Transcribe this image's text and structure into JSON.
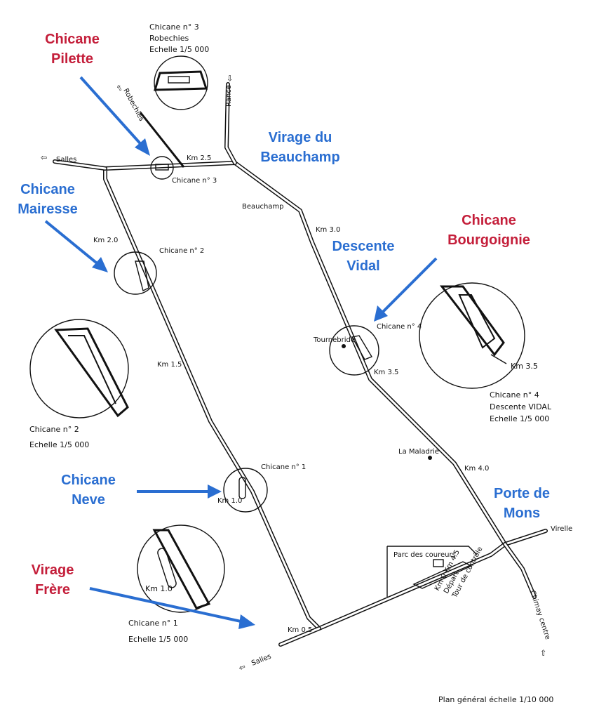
{
  "colors": {
    "red_label": "#c41e3a",
    "blue_label": "#2a6ed1",
    "ink": "#111111"
  },
  "labels": {
    "pilette": [
      "Chicane",
      "Pilette"
    ],
    "mairesse": [
      "Chicane",
      "Mairesse"
    ],
    "beauchamp_turn": [
      "Virage du",
      "Beauchamp"
    ],
    "vidal": [
      "Descente",
      "Vidal"
    ],
    "bourgoignie": [
      "Chicane",
      "Bourgoignie"
    ],
    "neve": [
      "Chicane",
      "Neve"
    ],
    "mons": [
      "Porte de",
      "Mons"
    ],
    "frere": [
      "Virage",
      "Frère"
    ]
  },
  "map_text": {
    "inset3": [
      "Chicane n° 3",
      "Robechies",
      "Echelle 1/5 000"
    ],
    "robechies": "Robechies",
    "rance": "Rance",
    "salles_top": "Salles",
    "km25": "Km 2.5",
    "chicane3": "Chicane n° 3",
    "beauchamp": "Beauchamp",
    "km30": "Km 3.0",
    "km20": "Km 2.0",
    "chicane2": "Chicane n° 2",
    "chicane4": "Chicane n° 4",
    "tournebride": "Tournebride",
    "km35": "Km 3.5",
    "km35_inset": "Km 3.5",
    "inset4": [
      "Chicane n° 4",
      "Descente VIDAL",
      "Echelle 1/5 000"
    ],
    "km15": "Km 1.5",
    "inset2": [
      "Chicane n° 2",
      "Echelle 1/5 000"
    ],
    "maladrie": "La Maladrie",
    "km40": "Km 4.0",
    "chicane1": "Chicane n° 1",
    "km10": "Km 1.0",
    "virelles": "Virelle",
    "parc": "Parc des coureurs",
    "start": [
      "Km 0 Km 4.5",
      "Départ",
      "Tour de contrôle"
    ],
    "km10_inset": "Km 1.0",
    "inset1": [
      "Chicane n° 1",
      "Echelle 1/5 000"
    ],
    "km05": "Km 0.5",
    "salles_bottom": "Salles",
    "chimay": "Chimay centre",
    "scale": "Plan général échelle 1/10 000"
  }
}
